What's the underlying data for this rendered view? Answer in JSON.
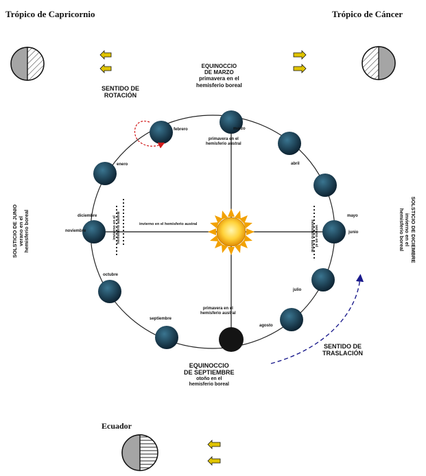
{
  "tropics": {
    "capricorn": "Trópico de Capricornio",
    "cancer": "Trópico de Cáncer",
    "equator": "Ecuador"
  },
  "rotation_label": [
    "SENTIDO DE",
    "ROTACIÓN"
  ],
  "translation_label": [
    "SENTIDO DE",
    "TRASLACIÓN"
  ],
  "equinox_march": [
    "EQUINOCCIO",
    "DE MARZO",
    "primavera en el",
    "hemisferio boreal"
  ],
  "equinox_september": [
    "EQUINOCCIO",
    "DE SEPTIEMBRE",
    "otoño en el",
    "hemisferio boreal"
  ],
  "solstice_june": [
    "SOLSTICIO DE JUNIO",
    "verano en el",
    "hemisferio boreal"
  ],
  "solstice_december": [
    "SOLSTICIO DE DICIEMBRE",
    "invierno en el",
    "hemisferio boreal"
  ],
  "inner_labels": {
    "march_inner": [
      "primavera en el",
      "hemisferio austral"
    ],
    "september_inner": [
      "primavera en el",
      "hemisferio austral"
    ],
    "june_inner": [
      "invierno en el",
      "hemisferio austral"
    ],
    "december_inner": [
      "verano en el",
      "hemisferio austral"
    ],
    "sun_left": "invierno en el hemisferio austral"
  },
  "months": {
    "abril": "abril",
    "mayo": "mayo",
    "junio": "junio",
    "julio": "julio",
    "agosto": "agosto",
    "septiembre": "septiembre",
    "octubre": "octubre",
    "noviembre": "noviembre",
    "diciembre": "diciembre",
    "enero": "enero",
    "febrero": "febrero",
    "marzo": "marzo"
  },
  "colors": {
    "orbit": "#222222",
    "earth": "#0d2a3c",
    "earth_land": "#2d6f88",
    "sun": "#f5b800",
    "sun_core": "#ffd23a",
    "rotation_arrow": "#d11a1a",
    "translation_arrow": "#1a1a8c",
    "globe_shadow": "#a5a5a5",
    "small_arrow": "#e0c400"
  }
}
